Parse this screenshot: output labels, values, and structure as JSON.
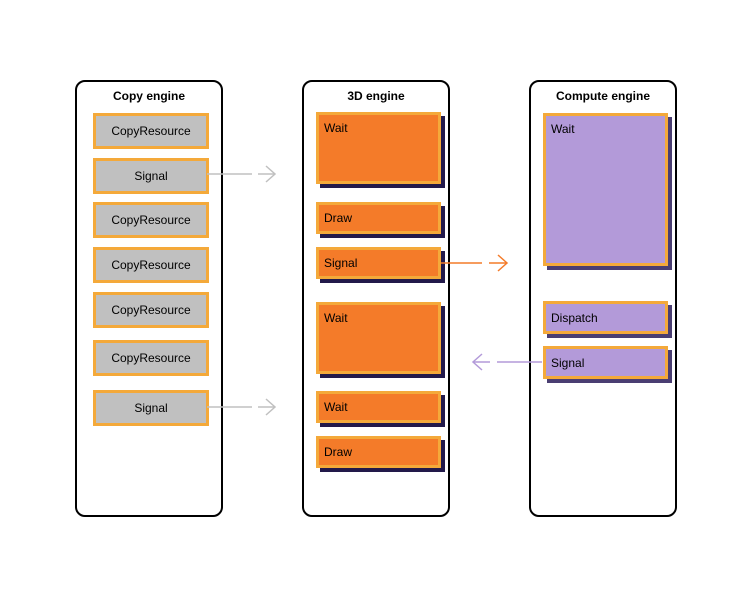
{
  "engines": {
    "copy": {
      "title": "Copy engine",
      "items": [
        "CopyResource",
        "Signal",
        "CopyResource",
        "CopyResource",
        "CopyResource",
        "CopyResource",
        "Signal"
      ]
    },
    "graphics": {
      "title": "3D engine",
      "items": [
        "Wait",
        "Draw",
        "Signal",
        "Wait",
        "Wait",
        "Draw"
      ]
    },
    "compute": {
      "title": "Compute engine",
      "items": [
        "Wait",
        "Dispatch",
        "Signal"
      ]
    }
  },
  "colors": {
    "box_border": "#f4a93a",
    "copy_fill": "#c0c0c0",
    "graphics_fill": "#f47b29",
    "compute_fill": "#b39ad9",
    "graphics_shadow": "#22194a",
    "compute_shadow": "#4a3e72",
    "copy_arrow": "#c0c0c0",
    "graphics_arrow": "#f47b29",
    "compute_arrow": "#b39ad9"
  }
}
